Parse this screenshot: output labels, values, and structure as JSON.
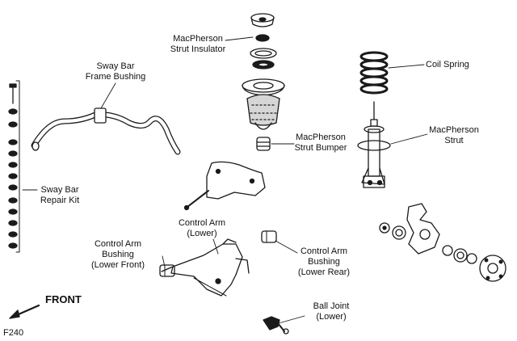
{
  "labels": {
    "macpherson_strut_insulator": [
      "MacPherson",
      "Strut Insulator"
    ],
    "sway_bar_frame_bushing": [
      "Sway Bar",
      "Frame Bushing"
    ],
    "coil_spring": [
      "Coil Spring"
    ],
    "macpherson_strut_bumper": [
      "MacPherson",
      "Strut Bumper"
    ],
    "macpherson_strut": [
      "MacPherson",
      "Strut"
    ],
    "sway_bar_repair_kit": [
      "Sway Bar",
      "Repair Kit"
    ],
    "control_arm_lower": [
      "Control Arm",
      "(Lower)"
    ],
    "control_arm_bushing_lower_front": [
      "Control Arm",
      "Bushing",
      "(Lower Front)"
    ],
    "control_arm_bushing_lower_rear": [
      "Control Arm",
      "Bushing",
      "(Lower Rear)"
    ],
    "ball_joint_lower": [
      "Ball Joint",
      "(Lower)"
    ],
    "front": "FRONT",
    "figure_id": "F240"
  }
}
